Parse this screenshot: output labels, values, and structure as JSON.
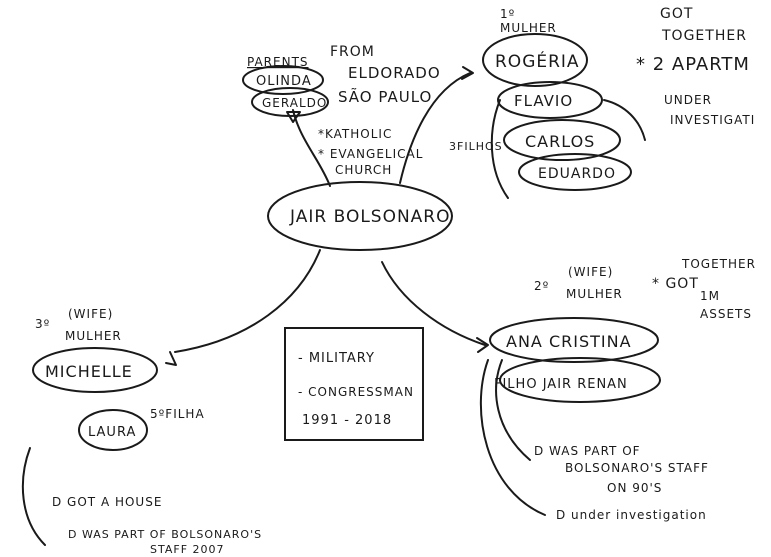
{
  "center": {
    "name": "JAIR BOLSONARO"
  },
  "parents": {
    "heading": "PARENTS",
    "names": [
      "OLINDA",
      "GERALDO"
    ],
    "notes": [
      "FROM",
      "ELDORADO",
      "SÃO PAULO",
      "*KATHOLIC",
      "* EVANGELICAL",
      "CHURCH"
    ]
  },
  "first_wife": {
    "order": "1º",
    "label": "MULHER",
    "name": "ROGÉRIA",
    "note_lines": [
      "GOT",
      "TOGETHER",
      "* 2 APARTM"
    ],
    "children_label": "3FILHOS",
    "children": [
      "FLAVIO",
      "CARLOS",
      "EDUARDO"
    ],
    "children_note": [
      "UNDER",
      "INVESTIGATI"
    ]
  },
  "second_wife": {
    "order": "2º",
    "label": "(WIFE)",
    "label2": "MULHER",
    "name": "ANA CRISTINA",
    "note_lines": [
      "* GOT",
      "TOGETHER",
      "1M",
      "ASSETS"
    ],
    "child": "FILHO JAIR RENAN",
    "child_prefix": "FILHO",
    "notes": [
      "D WAS PART OF",
      "BOLSONARO'S STAFF",
      "ON 90'S",
      "D under investigation"
    ]
  },
  "third_wife": {
    "order": "3º",
    "label": "(WIFE)",
    "label2": "MULHER",
    "name": "MICHELLE",
    "child": "LAURA",
    "child_note": "5ºFILHA",
    "notes": [
      "D GOT A HOUSE",
      "D WAS PART OF BOLSONARO'S",
      "STAFF 2007"
    ]
  },
  "career": {
    "items": [
      "- MILITARY",
      "- CONGRESSMAN",
      "1991 - 2018"
    ]
  }
}
